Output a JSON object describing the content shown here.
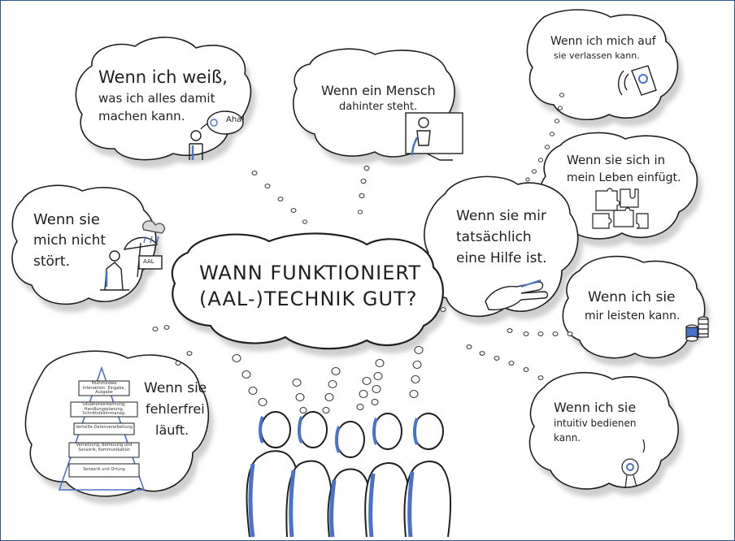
{
  "central": {
    "line1": "WANN FUNKTIONIERT",
    "line2": "(AAL-)TECHNIK GUT?"
  },
  "bubbles": {
    "weiss": [
      "Wenn ich weiß,",
      "was ich alles damit",
      "machen kann."
    ],
    "mensch": [
      "Wenn ein Mensch",
      "dahinter steht."
    ],
    "verlassen": [
      "Wenn ich mich auf",
      "sie verlassen kann."
    ],
    "einfuegt": [
      "Wenn sie sich in",
      "mein Leben einfügt."
    ],
    "hilfe": [
      "Wenn sie mir",
      "tatsächlich",
      "eine Hilfe ist."
    ],
    "stoert": [
      "Wenn sie",
      "mich nicht",
      "stört."
    ],
    "leisten": [
      "Wenn ich sie",
      "mir leisten kann."
    ],
    "fehlerfrei": [
      "Wenn sie",
      "fehlerfrei",
      "läuft."
    ],
    "intuitiv": [
      "Wenn ich sie",
      "intuitiv bedienen",
      "kann."
    ]
  },
  "labels": {
    "aha": "Aha!",
    "aal": "AAL"
  },
  "pyramid": [
    "Multimodale Interaktion: Eingabe, Ausgabe",
    "Situationserkennung, Handlungsplanung, Schnittstellenmanag.",
    "Verteilte Datenverarbeitung",
    "Vernetzung, Betreuung und Sensorik, Kommunikation",
    "Sensorik und Ortung"
  ],
  "colors": {
    "ink": "#1f1f1f",
    "shadow": "#c9c9c9",
    "accent": "#4a72c8",
    "frame": "#2f5597"
  }
}
